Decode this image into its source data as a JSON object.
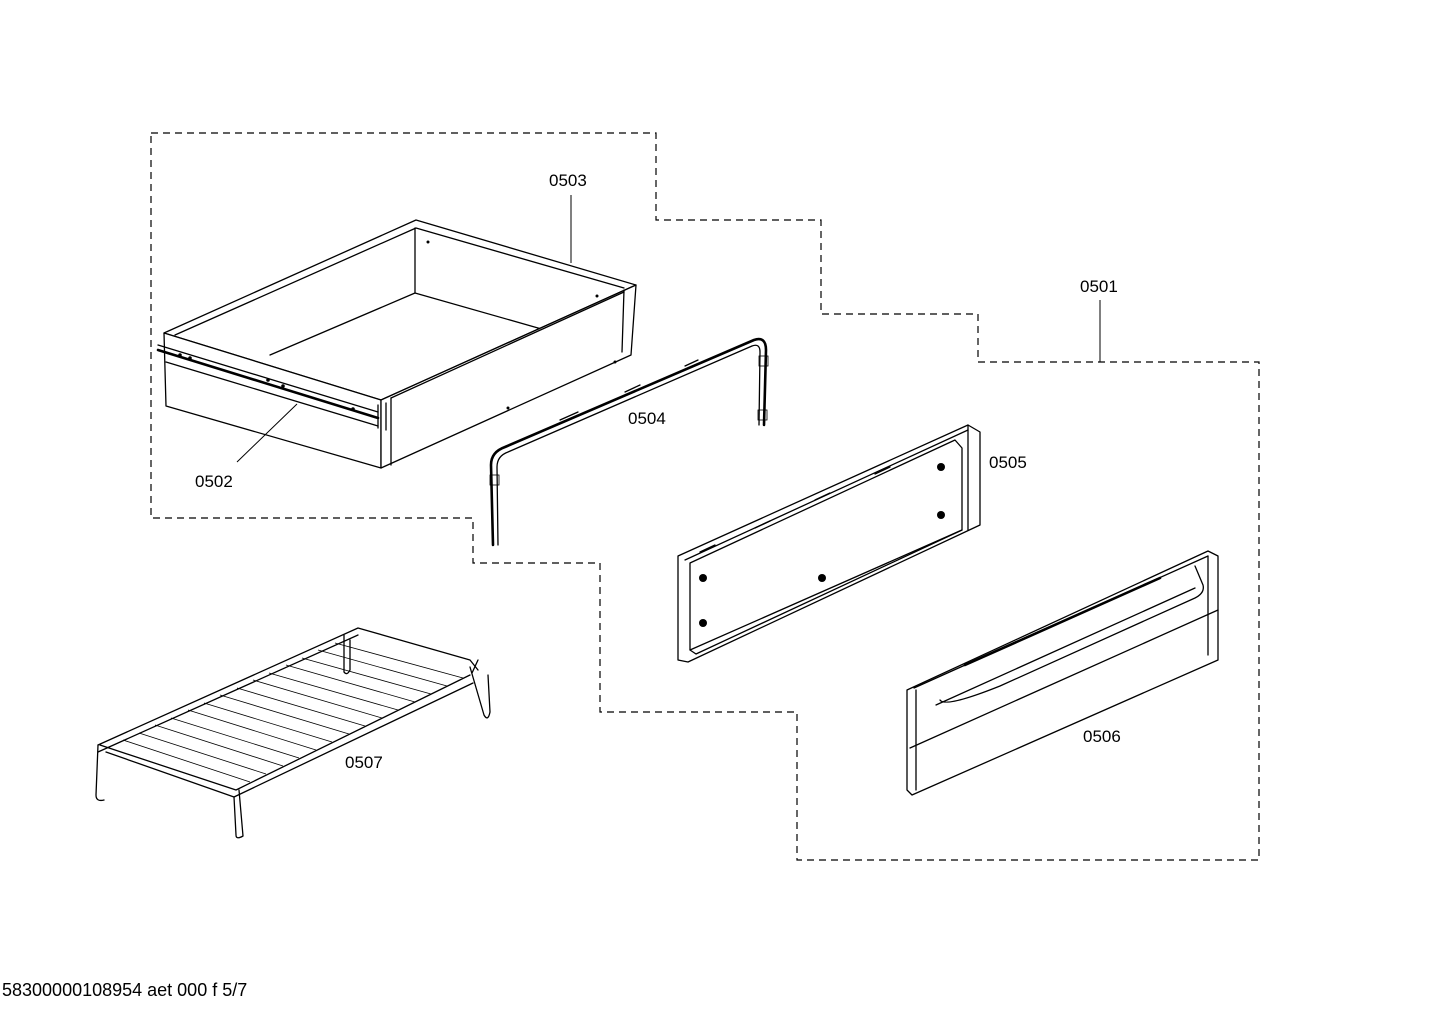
{
  "parts": [
    {
      "id": "0501",
      "name": "assembly-group"
    },
    {
      "id": "0502",
      "name": "drawer-rail"
    },
    {
      "id": "0503",
      "name": "drawer-box"
    },
    {
      "id": "0504",
      "name": "frame-bracket"
    },
    {
      "id": "0505",
      "name": "inner-panel"
    },
    {
      "id": "0506",
      "name": "drawer-front"
    },
    {
      "id": "0507",
      "name": "wire-rack"
    }
  ],
  "footer": {
    "text": "58300000108954 aet 000 f 5/7"
  }
}
